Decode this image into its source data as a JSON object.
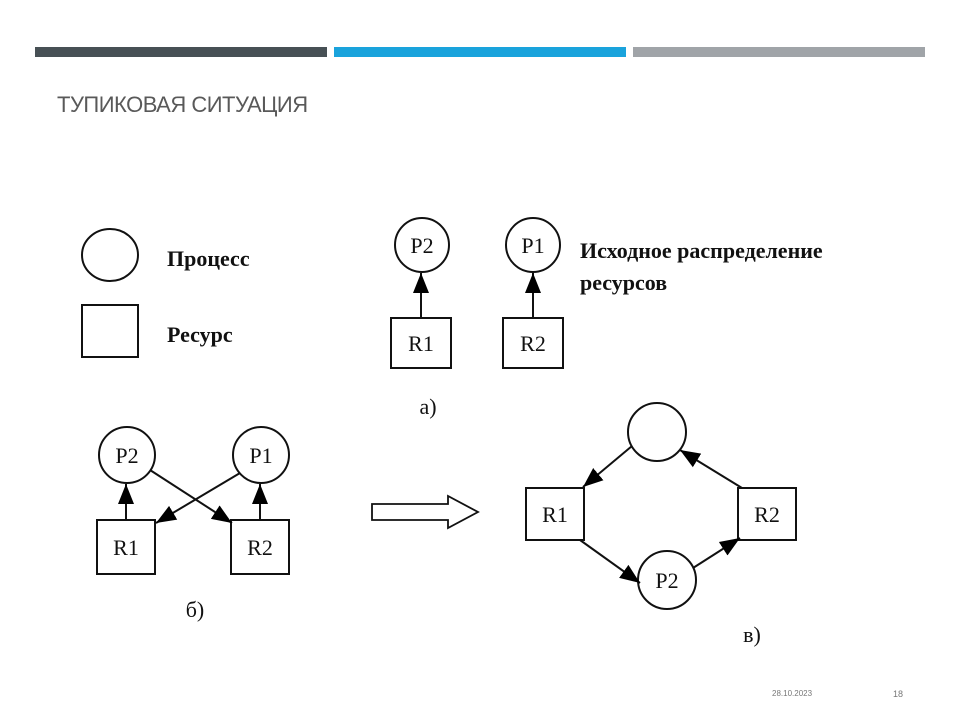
{
  "header": {
    "title": "ТУПИКОВАЯ СИТУАЦИЯ",
    "bar_colors": [
      "#475055",
      "#1aa3dc",
      "#a0a4a8"
    ]
  },
  "legend": {
    "process": "Процесс",
    "resource": "Ресурс"
  },
  "part_a": {
    "p2": "P2",
    "p1": "P1",
    "r1": "R1",
    "r2": "R2",
    "caption_line1": "Исходное распределение",
    "caption_line2": "ресурсов",
    "label": "а)"
  },
  "part_b": {
    "p2": "P2",
    "p1": "P1",
    "r1": "R1",
    "r2": "R2",
    "label": "б)"
  },
  "part_c": {
    "r1": "R1",
    "r2": "R2",
    "p2": "P2",
    "label": "в)"
  },
  "footer": {
    "date": "28.10.2023",
    "page": "18"
  }
}
